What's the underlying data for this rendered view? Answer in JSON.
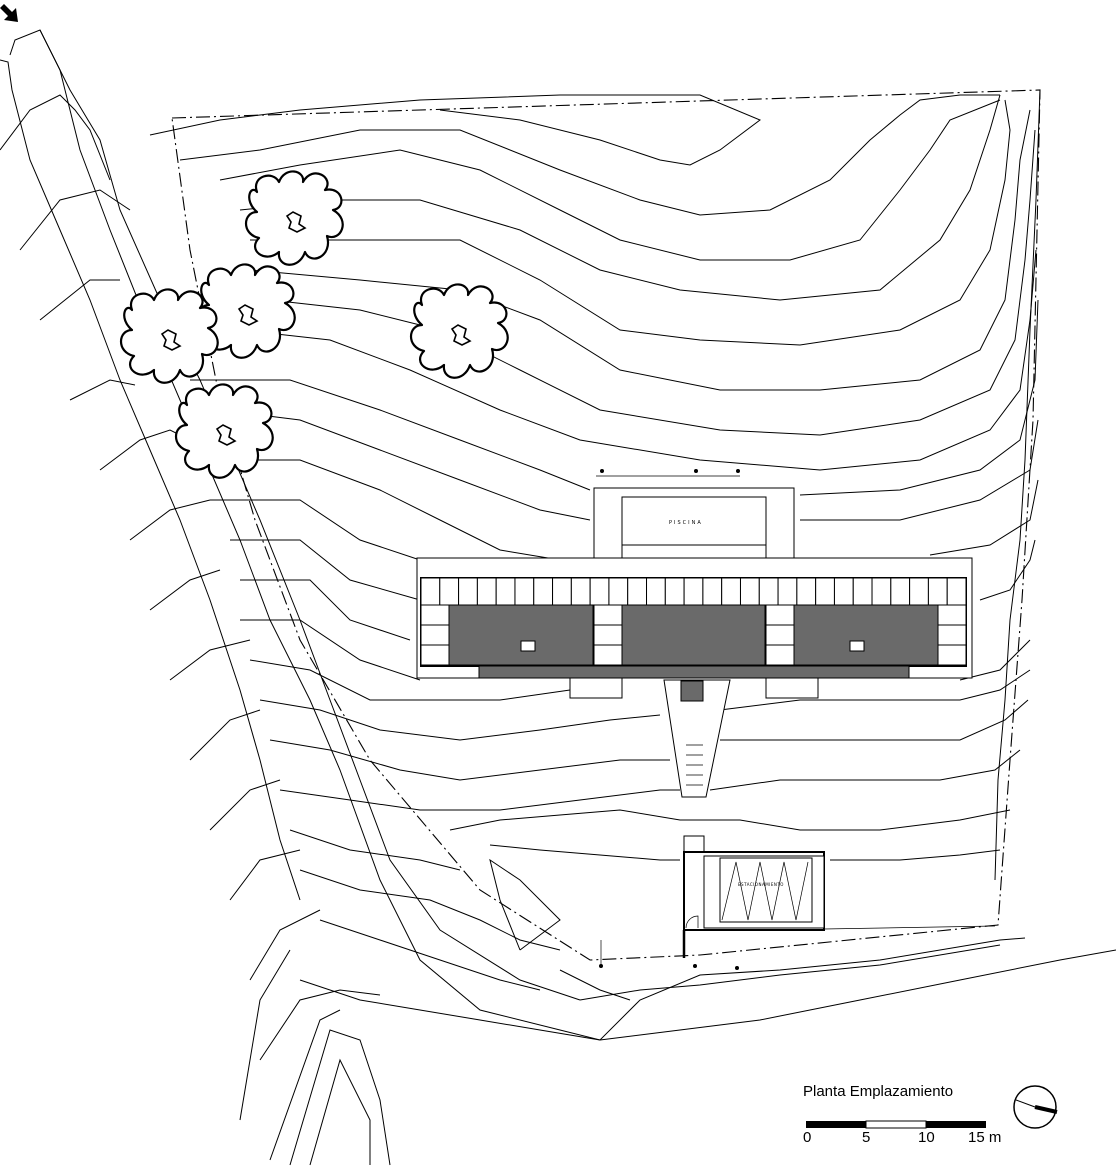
{
  "drawing": {
    "title": "Planta Emplazamiento",
    "pool_label": "PISCINA",
    "annex_label": "ESTACIONAMIENTO"
  },
  "scale_bar": {
    "ticks": [
      "0",
      "5",
      "10",
      "15 m"
    ]
  },
  "icons": {
    "north": "north-arrow-icon",
    "access": "access-arrow-icon"
  }
}
